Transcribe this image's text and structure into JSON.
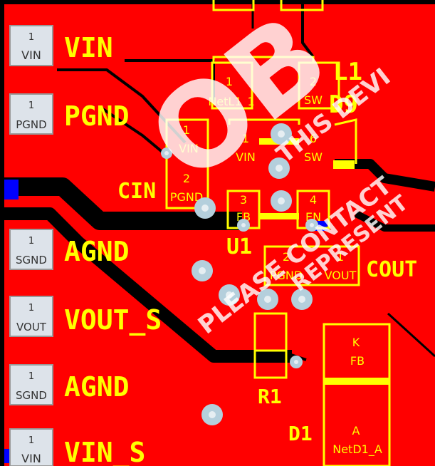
{
  "colors": {
    "copper": "#ff0000",
    "trace": "#000000",
    "silkscreen": "#ffff00",
    "via": "#b4cfdc",
    "via_hole": "#e6eef2",
    "layer_blue": "#0000ff",
    "watermark": "#ffffff"
  },
  "connectors": [
    {
      "pin": "1",
      "net": "VIN",
      "label": "VIN"
    },
    {
      "pin": "1",
      "net": "PGND",
      "label": "PGND"
    },
    {
      "pin": "1",
      "net": "SGND",
      "label": "AGND"
    },
    {
      "pin": "1",
      "net": "VOUT",
      "label": "VOUT_S"
    },
    {
      "pin": "1",
      "net": "SGND",
      "label": "AGND"
    },
    {
      "pin": "1",
      "net": "VIN",
      "label": "VIN_S"
    }
  ],
  "refdes": {
    "cin": "CIN",
    "u1": "U1",
    "cout": "COUT",
    "r1": "R1",
    "d1": "D1",
    "l1": "L1",
    "d9": "D9"
  },
  "pads": {
    "l1_pin1_num": "1",
    "l1_pin1_net": "NetL1_1",
    "l1_pin2_num": "2",
    "l1_pin2_net": "SW",
    "u1_pin1_num": "1",
    "u1_pin1_net": "VIN",
    "u1_pin6_num": "6",
    "u1_pin6_net": "SW",
    "u1_pin3_num": "3",
    "u1_pin3_net": "FB",
    "u1_pin4_num": "4",
    "u1_pin4_net": "EN",
    "cin_pin1_num": "1",
    "cin_pin1_net": "VIN",
    "cin_pin2_num": "2",
    "cin_pin2_net": "PGND",
    "cout_pin2_num": "2",
    "cout_pin2_net": "PGND",
    "cout_pin1_num": "1",
    "cout_pin1_net": "VOUT",
    "d1_k_letter": "K",
    "d1_k_net": "FB",
    "d1_a_letter": "A",
    "d1_a_net": "NetD1_A"
  },
  "watermark": {
    "big": "OB",
    "line1": "PLEASE CONTACT",
    "line2": "THIS DEVI",
    "line3": "REPRESENT"
  }
}
